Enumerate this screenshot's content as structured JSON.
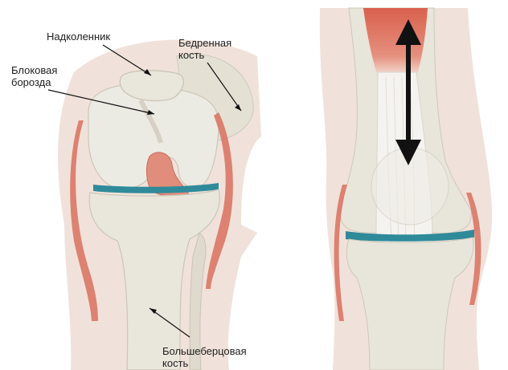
{
  "labels": {
    "patella": "Надколенник",
    "trochlear_groove": [
      "Блоковая",
      "борозда"
    ],
    "femur": [
      "Бедренная",
      "кость"
    ],
    "tibia": [
      "Большеберцовая",
      "кость"
    ]
  },
  "colors": {
    "background": "#ffffff",
    "bone": "#e9e6dc",
    "bone_shadow": "#cfc9bb",
    "soft_tissue": "#f0e2da",
    "muscle": "#d9705e",
    "meniscus": "#2f8a9a",
    "tendon": "#f4f3ef",
    "arrow": "#111111"
  },
  "icons": {
    "movement_arrow": "double-headed-arrow-icon"
  }
}
